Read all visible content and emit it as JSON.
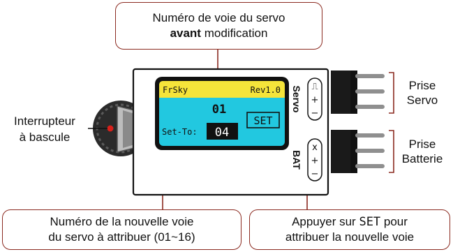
{
  "callout_top": {
    "line1": "Numéro de voie du servo",
    "line2_bold": "avant",
    "line2_rest": " modification"
  },
  "callout_bottom_left": {
    "line1": "Numéro de la nouvelle voie",
    "line2": "du servo à attribuer (01~16)"
  },
  "callout_bottom_right": {
    "line1_pre": "Appuyer sur ",
    "line1_code": "SET",
    "line1_post": " pour",
    "line2": "attribuer la nouvelle voie"
  },
  "label_left": {
    "line1": "Interrupteur",
    "line2": "à bascule"
  },
  "label_servo": {
    "line1": "Prise",
    "line2": "Servo"
  },
  "label_batt": {
    "line1": "Prise",
    "line2": "Batterie"
  },
  "side_servo": "Servo",
  "side_bat": "BAT",
  "servo_pins": {
    "signal": "⎍",
    "plus": "+",
    "minus": "−"
  },
  "bat_pins": {
    "signal": "x",
    "plus": "+",
    "minus": "−"
  },
  "lcd": {
    "brand": "FrSky",
    "rev": "Rev1.0",
    "current_channel": "01",
    "set_to_label": "Set-To:",
    "new_channel": "04",
    "set_button": "SET"
  },
  "colors": {
    "callout_border": "#8b2a20",
    "lcd_header": "#f5e43a",
    "lcd_body": "#22c8e0",
    "device_outline": "#111111",
    "switch_dot": "#d8201a"
  }
}
